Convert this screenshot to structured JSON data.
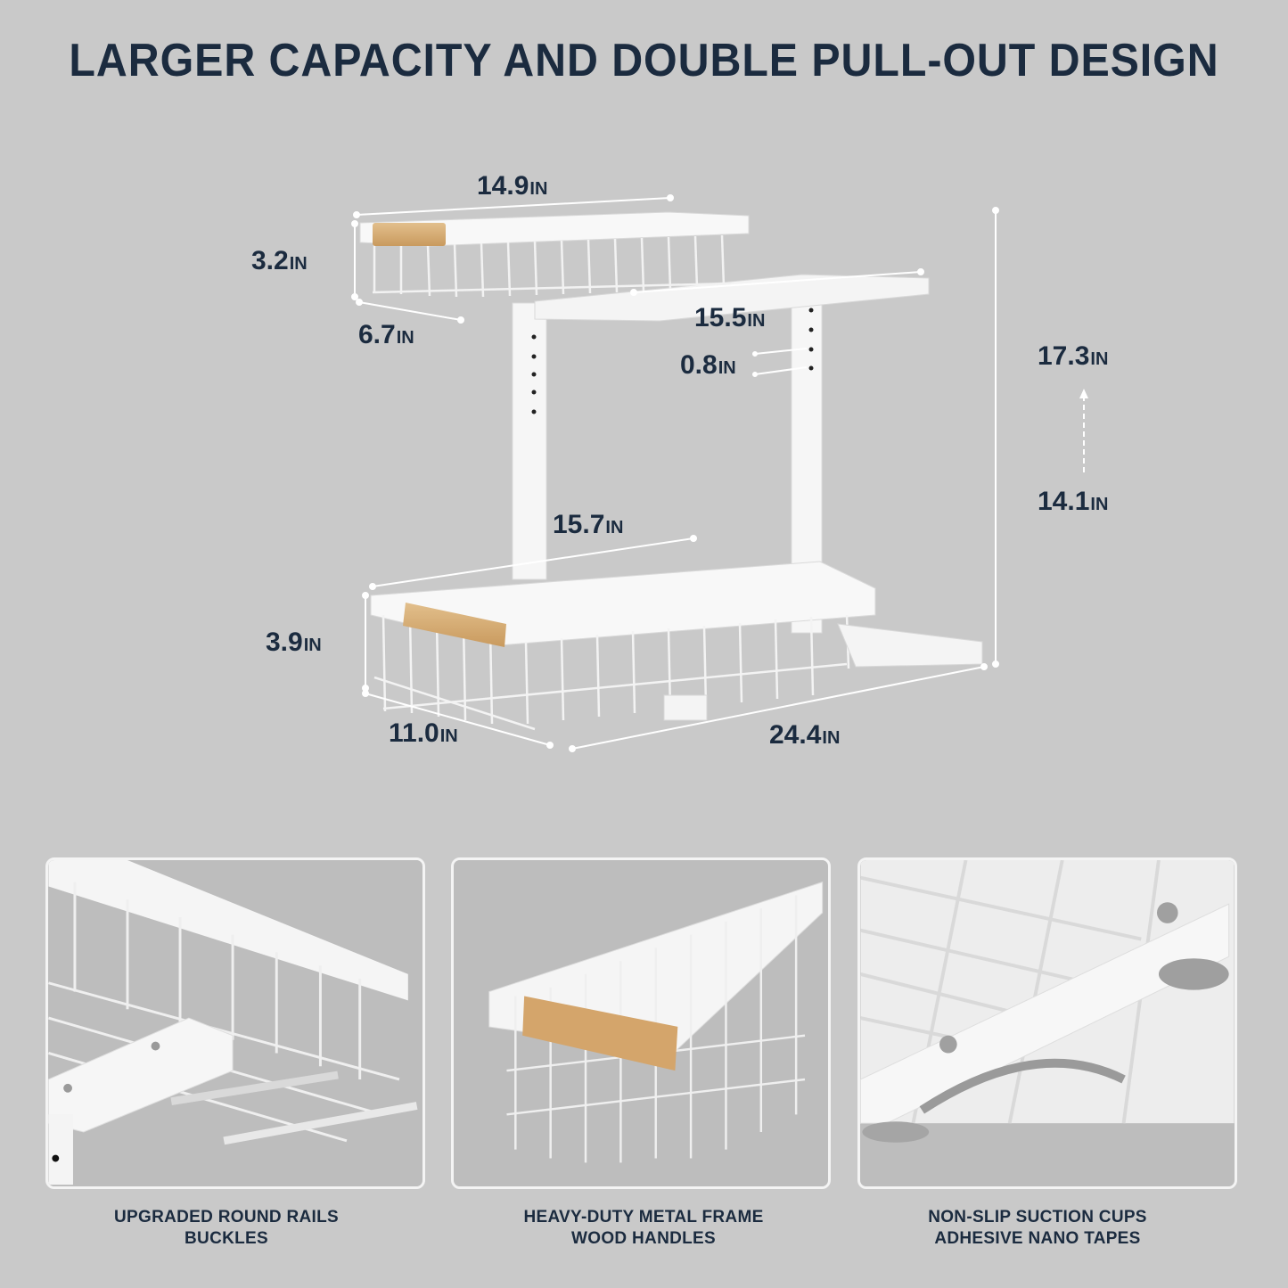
{
  "header": {
    "title": "LARGER CAPACITY AND DOUBLE PULL-OUT DESIGN"
  },
  "colors": {
    "background": "#c9c9c9",
    "text": "#1b2b3f",
    "product": "#f7f7f7",
    "wood": "#d9b27c",
    "panel_border": "#f4f4f4"
  },
  "dimensions": {
    "unit": "IN",
    "top_basket_length": "14.9",
    "top_basket_height": "3.2",
    "top_basket_width": "6.7",
    "top_rail_length": "15.5",
    "hole_spacing": "0.8",
    "max_height": "17.3",
    "min_height": "14.1",
    "bottom_basket_length": "15.7",
    "bottom_basket_height": "3.9",
    "bottom_basket_width": "11.0",
    "base_length": "24.4"
  },
  "features": [
    {
      "line1": "UPGRADED ROUND RAILS",
      "line2": "BUCKLES"
    },
    {
      "line1": "HEAVY-DUTY METAL FRAME",
      "line2": "WOOD HANDLES"
    },
    {
      "line1": "NON-SLIP SUCTION CUPS",
      "line2": "ADHESIVE NANO TAPES"
    }
  ]
}
